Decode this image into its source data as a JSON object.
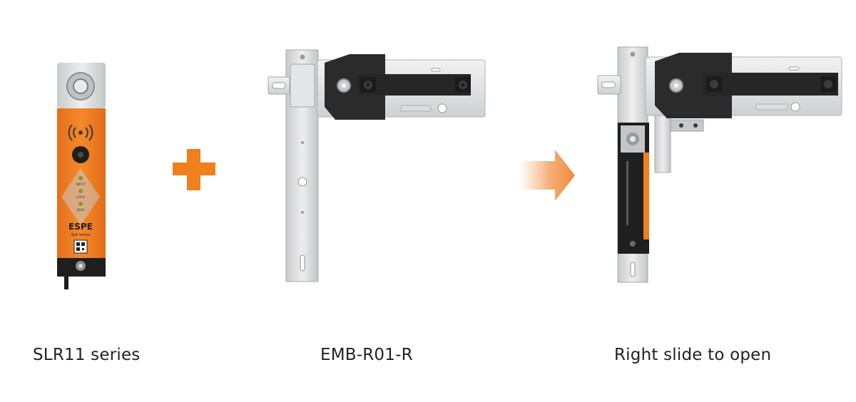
{
  "captions": {
    "first": "SLR11 series",
    "second": "EMB-R01-R",
    "third": "Right slide to open"
  },
  "device_labels": {
    "brand": "ESPE",
    "series": "SLR Series",
    "led_1": "INPUT",
    "led_2": "LOCK",
    "led_3": "DIAG"
  },
  "icons": {
    "plus": "plus-icon",
    "arrow": "arrow-right-icon",
    "rfid": "rfid-wave-icon"
  },
  "colors": {
    "accent": "#f07f1e",
    "dark": "#2b2b2b",
    "metal": "#d9dadb"
  }
}
